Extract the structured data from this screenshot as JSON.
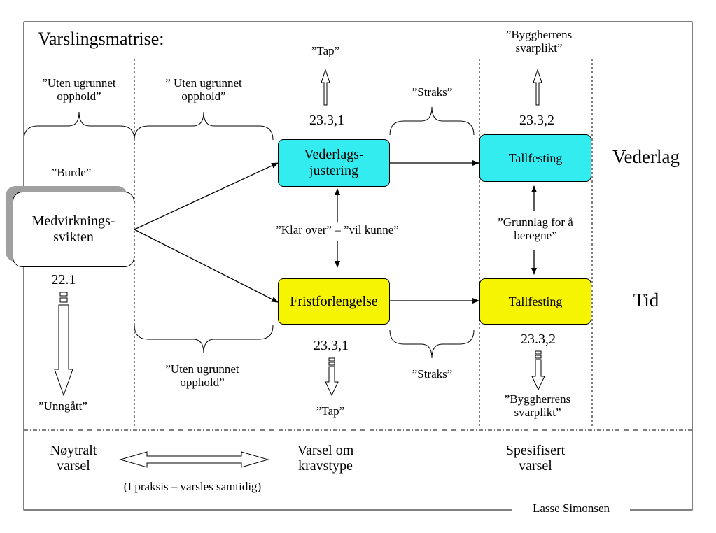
{
  "title": "Varslingsmatrise:",
  "author": "Lasse Simonsen",
  "boxes": {
    "medvirkning": "Medvirknings- svikten",
    "vederlag_justering": "Vederlags- justering",
    "fristforlengelse": "Fristforlengelse",
    "tallfesting_top": "Tallfesting",
    "tallfesting_bottom": "Tallfesting"
  },
  "row_labels": {
    "vederlag": "Vederlag",
    "tid": "Tid"
  },
  "labels": {
    "uten_1": "”Uten ugrunnet opphold”",
    "uten_2": "” Uten ugrunnet opphold”",
    "uten_3": "”Uten ugrunnet opphold”",
    "burde": "”Burde”",
    "unngatt": "”Unngått”",
    "ref_22_1": "22.1",
    "tap_top": "”Tap”",
    "tap_bottom": "”Tap”",
    "ref_23_3_1_top": "23.3,1",
    "ref_23_3_1_bottom": "23.3,1",
    "straks_top": "”Straks”",
    "straks_bottom": "”Straks”",
    "byggherrens_top": "”Byggherrens svarplikt”",
    "byggherrens_bottom": "”Byggherrens svarplikt”",
    "ref_23_3_2_top": "23.3,2",
    "ref_23_3_2_bottom": "23.3,2",
    "klar_over": "”Klar over” – ”vil kunne”",
    "grunnlag": "”Grunnlag for å beregne”"
  },
  "bottom": {
    "noytralt": "Nøytralt varsel",
    "varsel_om": "Varsel om kravstype",
    "spesifisert": "Spesifisert varsel",
    "i_praksis": "(I praksis – varsles samtidig)"
  },
  "colors": {
    "cyan": "#33ecf0",
    "yellow": "#f6f400"
  }
}
